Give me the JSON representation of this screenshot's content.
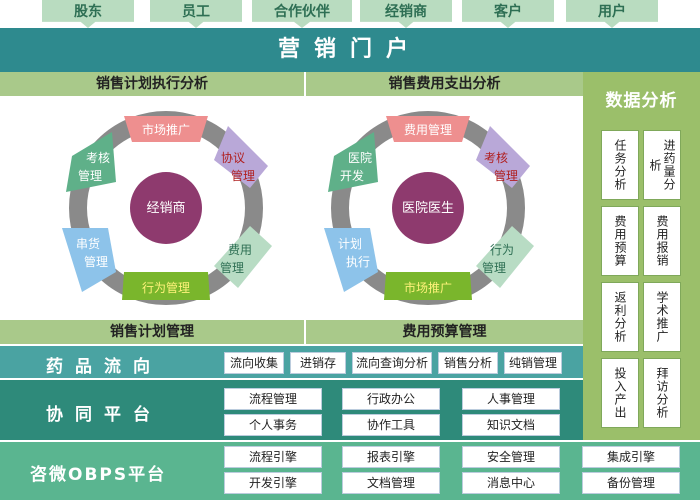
{
  "top_tabs": [
    "股东",
    "员工",
    "合作伙伴",
    "经销商",
    "客户",
    "用户"
  ],
  "portal_title": "营销门户",
  "left_panel": {
    "header": "销售计划执行分析",
    "center": "经销商",
    "segments": [
      "市场推广",
      "协议管理",
      "费用管理",
      "行为管理",
      "串货管理",
      "考核管理"
    ],
    "footer": "销售计划管理"
  },
  "right_panel": {
    "header": "销售费用支出分析",
    "center": "医院医生",
    "segments": [
      "费用管理",
      "考核管理",
      "行为管理",
      "市场推广",
      "计划执行",
      "医院开发"
    ],
    "footer": "费用预算管理"
  },
  "side": {
    "title": "数据分析",
    "items": [
      "任务分析",
      "进药量分析",
      "费用预算",
      "费用报销",
      "返利分析",
      "学术推广",
      "投入产出",
      "拜访分析"
    ]
  },
  "drug_flow": {
    "label": "药品流向",
    "items": [
      "流向收集",
      "进销存",
      "流向查询分析",
      "销售分析",
      "纯销管理"
    ]
  },
  "collab": {
    "label": "协同平台",
    "items": [
      "流程管理",
      "行政办公",
      "人事管理",
      "个人事务",
      "协作工具",
      "知识文档"
    ]
  },
  "obps": {
    "label": "咨微OBPS平台",
    "items": [
      "流程引擎",
      "报表引擎",
      "安全管理",
      "集成引擎",
      "开发引擎",
      "文档管理",
      "消息中心",
      "备份管理"
    ]
  },
  "colors": {
    "teal": "#2e8a8e",
    "green_header": "#a9c98a",
    "center_purple": "#8e3a6e",
    "ring": "#8a8a8a"
  }
}
